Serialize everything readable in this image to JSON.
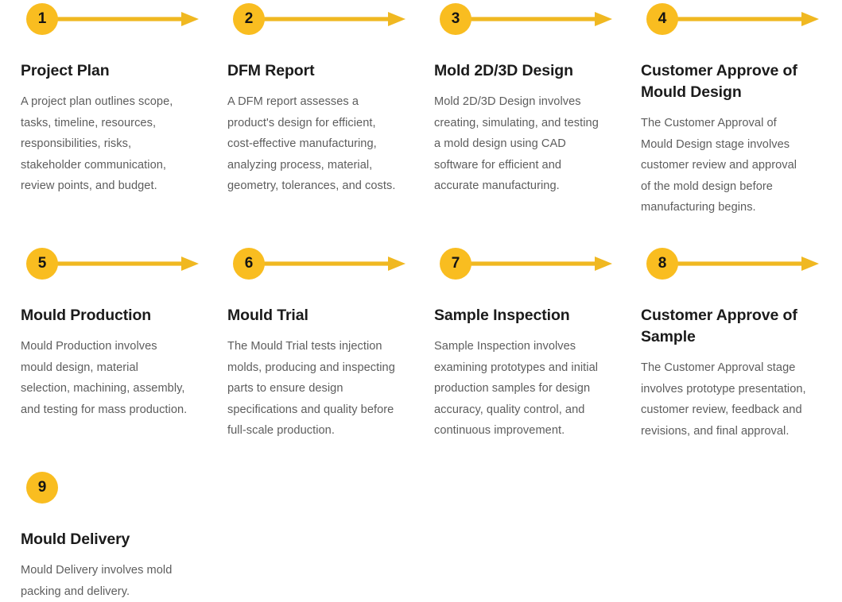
{
  "theme": {
    "accent_color": "#f9bd20",
    "arrow_color": "#f0b821",
    "title_color": "#1b1b1b",
    "body_color": "#5d5d5d",
    "background_color": "#ffffff"
  },
  "diagram": {
    "type": "numbered-process-flow",
    "columns": 4,
    "rows": 3,
    "total_steps": 9
  },
  "steps": [
    {
      "number": "1",
      "title": "Project Plan",
      "description": "A project plan outlines scope, tasks, timeline, resources, responsibilities, risks, stakeholder communication, review points, and budget.",
      "has_arrow": true
    },
    {
      "number": "2",
      "title": "DFM Report",
      "description": "A DFM report assesses a product's design for efficient, cost-effective manufacturing, analyzing process, material, geometry, tolerances, and costs.",
      "has_arrow": true
    },
    {
      "number": "3",
      "title": "Mold 2D/3D Design",
      "description": "Mold 2D/3D Design involves creating, simulating, and testing a mold design using CAD software for efficient and accurate manufacturing.",
      "has_arrow": true
    },
    {
      "number": "4",
      "title": "Customer Approve of Mould Design",
      "description": "The Customer Approval of Mould Design stage involves customer review and approval of the mold design before manufacturing begins.",
      "has_arrow": true
    },
    {
      "number": "5",
      "title": "Mould Production",
      "description": "Mould Production involves mould design, material selection, machining, assembly, and testing for mass production.",
      "has_arrow": true
    },
    {
      "number": "6",
      "title": "Mould Trial",
      "description": "The Mould Trial tests injection molds, producing and inspecting parts to ensure design specifications and quality before full-scale production.",
      "has_arrow": true
    },
    {
      "number": "7",
      "title": "Sample Inspection",
      "description": "Sample Inspection involves examining prototypes and initial production samples for design accuracy, quality control, and continuous improvement.",
      "has_arrow": true
    },
    {
      "number": "8",
      "title": "Customer Approve of Sample",
      "description": "The Customer Approval stage involves prototype presentation, customer review, feedback and revisions, and final approval.",
      "has_arrow": true
    },
    {
      "number": "9",
      "title": "Mould Delivery",
      "description": "Mould Delivery involves mold packing and delivery.",
      "has_arrow": false
    }
  ]
}
